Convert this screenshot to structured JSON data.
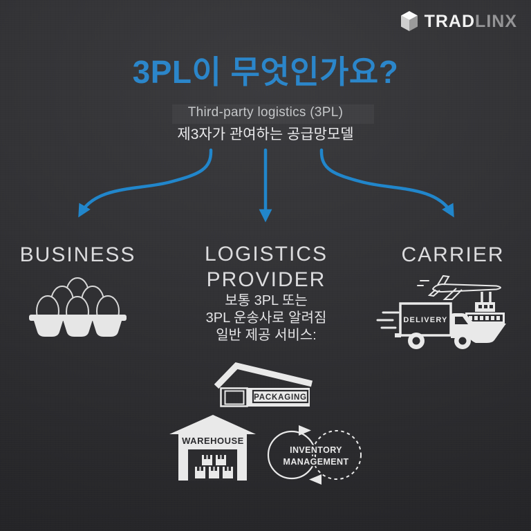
{
  "brand": {
    "logo_text_primary": "TRAD",
    "logo_text_secondary": "LINX",
    "logo_icon": "cube-box-icon"
  },
  "header": {
    "title": "3PL이 무엇인가요?",
    "subtitle_en": "Third-party logistics (3PL)",
    "subtitle_ko": "제3자가 관여하는 공급망모델"
  },
  "columns": {
    "business": {
      "label": "BUSINESS",
      "icon": "egg-carton-icon"
    },
    "logistics_provider": {
      "label_line1": "LOGISTICS",
      "label_line2": "PROVIDER",
      "desc_line1": "보통 3PL 또는",
      "desc_line2": "3PL 운송사로 알려짐",
      "desc_line3": "일반 제공 서비스:",
      "service_packaging": "PACKAGING",
      "service_warehouse": "WAREHOUSE",
      "service_inventory_line1": "INVENTORY",
      "service_inventory_line2": "MANAGEMENT",
      "icons": [
        "packaging-building-icon",
        "warehouse-building-icon",
        "inventory-cycle-icon"
      ]
    },
    "carrier": {
      "label": "CARRIER",
      "truck_label": "DELIVERY",
      "icons": [
        "airplane-icon",
        "delivery-truck-icon",
        "cargo-ship-icon"
      ]
    }
  },
  "colors": {
    "accent_blue": "#2186cb",
    "background": "#2e2e31",
    "icon_light": "#e9e9e9",
    "icon_dark": "#2b2b2e",
    "title_blue": "#2b86ca"
  }
}
